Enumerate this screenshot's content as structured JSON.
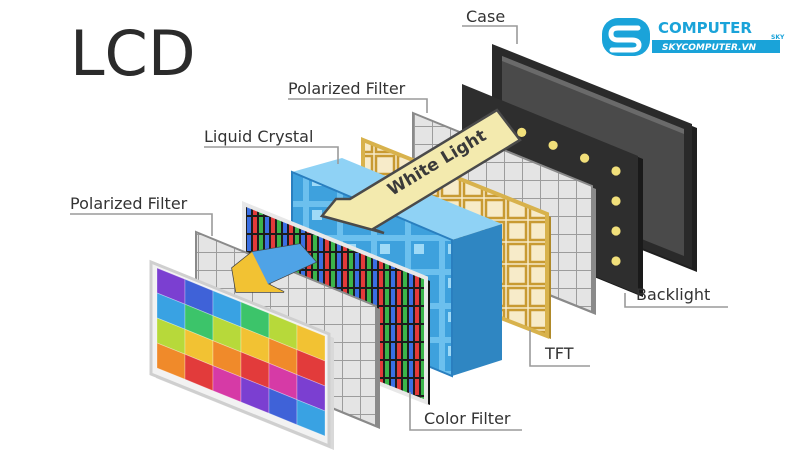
{
  "title": "LCD",
  "labels": {
    "case": "Case",
    "polarized_filter_top": "Polarized Filter",
    "liquid_crystal": "Liquid Crystal",
    "polarized_filter_left": "Polarized Filter",
    "backlight": "Backlight",
    "tft": "TFT",
    "color_filter": "Color Filter"
  },
  "arrow_text": "White Light",
  "logo": {
    "name": "COMPUTER",
    "superscript": "SKY",
    "url": "SKYCOMPUTER.VN"
  },
  "colors": {
    "brand": "#1aa3d9",
    "case_frame": "#2a2a2a",
    "case_screen": "#4a4a4a",
    "backlight_panel": "#2e2e2e",
    "backlight_dots": "#f1df7a",
    "polarizer": "#cfcfcf",
    "tft_gold": "#d8b24c",
    "liquid_crystal": "#5fb6e8",
    "arrow_fill": "#f3eaae",
    "arrow_stroke": "#4a4a4a"
  },
  "screen_palette": [
    "#7b3fd1",
    "#3f62d8",
    "#39a2e3",
    "#3cc46a",
    "#b7d93a",
    "#f2c233",
    "#f08a2a",
    "#e23b3b",
    "#d63aa6"
  ]
}
